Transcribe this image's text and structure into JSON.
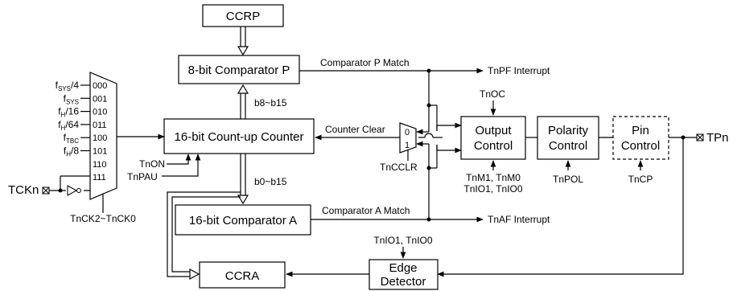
{
  "blocks": {
    "ccrp": "CCRP",
    "comparator_p": "8-bit Comparator P",
    "counter": "16-bit Count-up Counter",
    "comparator_a": "16-bit Comparator A",
    "ccra": "CCRA",
    "output_control": [
      "Output",
      "Control"
    ],
    "polarity_control": [
      "Polarity",
      "Control"
    ],
    "pin_control": [
      "Pin",
      "Control"
    ],
    "edge_detector": [
      "Edge",
      "Detector"
    ]
  },
  "labels": {
    "comparator_p_match": "Comparator P Match",
    "comparator_a_match": "Comparator A Match",
    "tnpf_interrupt": "TnPF Interrupt",
    "tnaf_interrupt": "TnAF Interrupt",
    "b8_b15": "b8~b15",
    "b0_b15": "b0~b15",
    "counter_clear": "Counter Clear",
    "mux_in_0": "0",
    "mux_in_1": "1",
    "tncclr": "TnCCLR",
    "tnoc": "TnOC",
    "tnm_line1": "TnM1, TnM0",
    "tnm_line2": "TnIO1, TnIO0",
    "tnpol": "TnPOL",
    "tncp": "TnCP",
    "tpn": "TPn",
    "tnio_edge": "TnIO1, TnIO0",
    "tnon": "TnON",
    "tnpau": "TnPAU",
    "tckn": "TCKn",
    "tnck_sel": "TnCK2~TnCK0"
  },
  "clock_sources": [
    {
      "main": "f",
      "sub": "SYS",
      "suffix": "/4",
      "code": "000"
    },
    {
      "main": "f",
      "sub": "SYS",
      "suffix": "",
      "code": "001"
    },
    {
      "main": "f",
      "sub": "H",
      "suffix": "/16",
      "code": "010"
    },
    {
      "main": "f",
      "sub": "H",
      "suffix": "/64",
      "code": "011"
    },
    {
      "main": "f",
      "sub": "TBC",
      "suffix": "",
      "code": "100"
    },
    {
      "main": "f",
      "sub": "H",
      "suffix": "/8",
      "code": "101"
    },
    {
      "main": "",
      "sub": "",
      "suffix": "",
      "code": "110"
    },
    {
      "main": "",
      "sub": "",
      "suffix": "",
      "code": "111"
    }
  ]
}
